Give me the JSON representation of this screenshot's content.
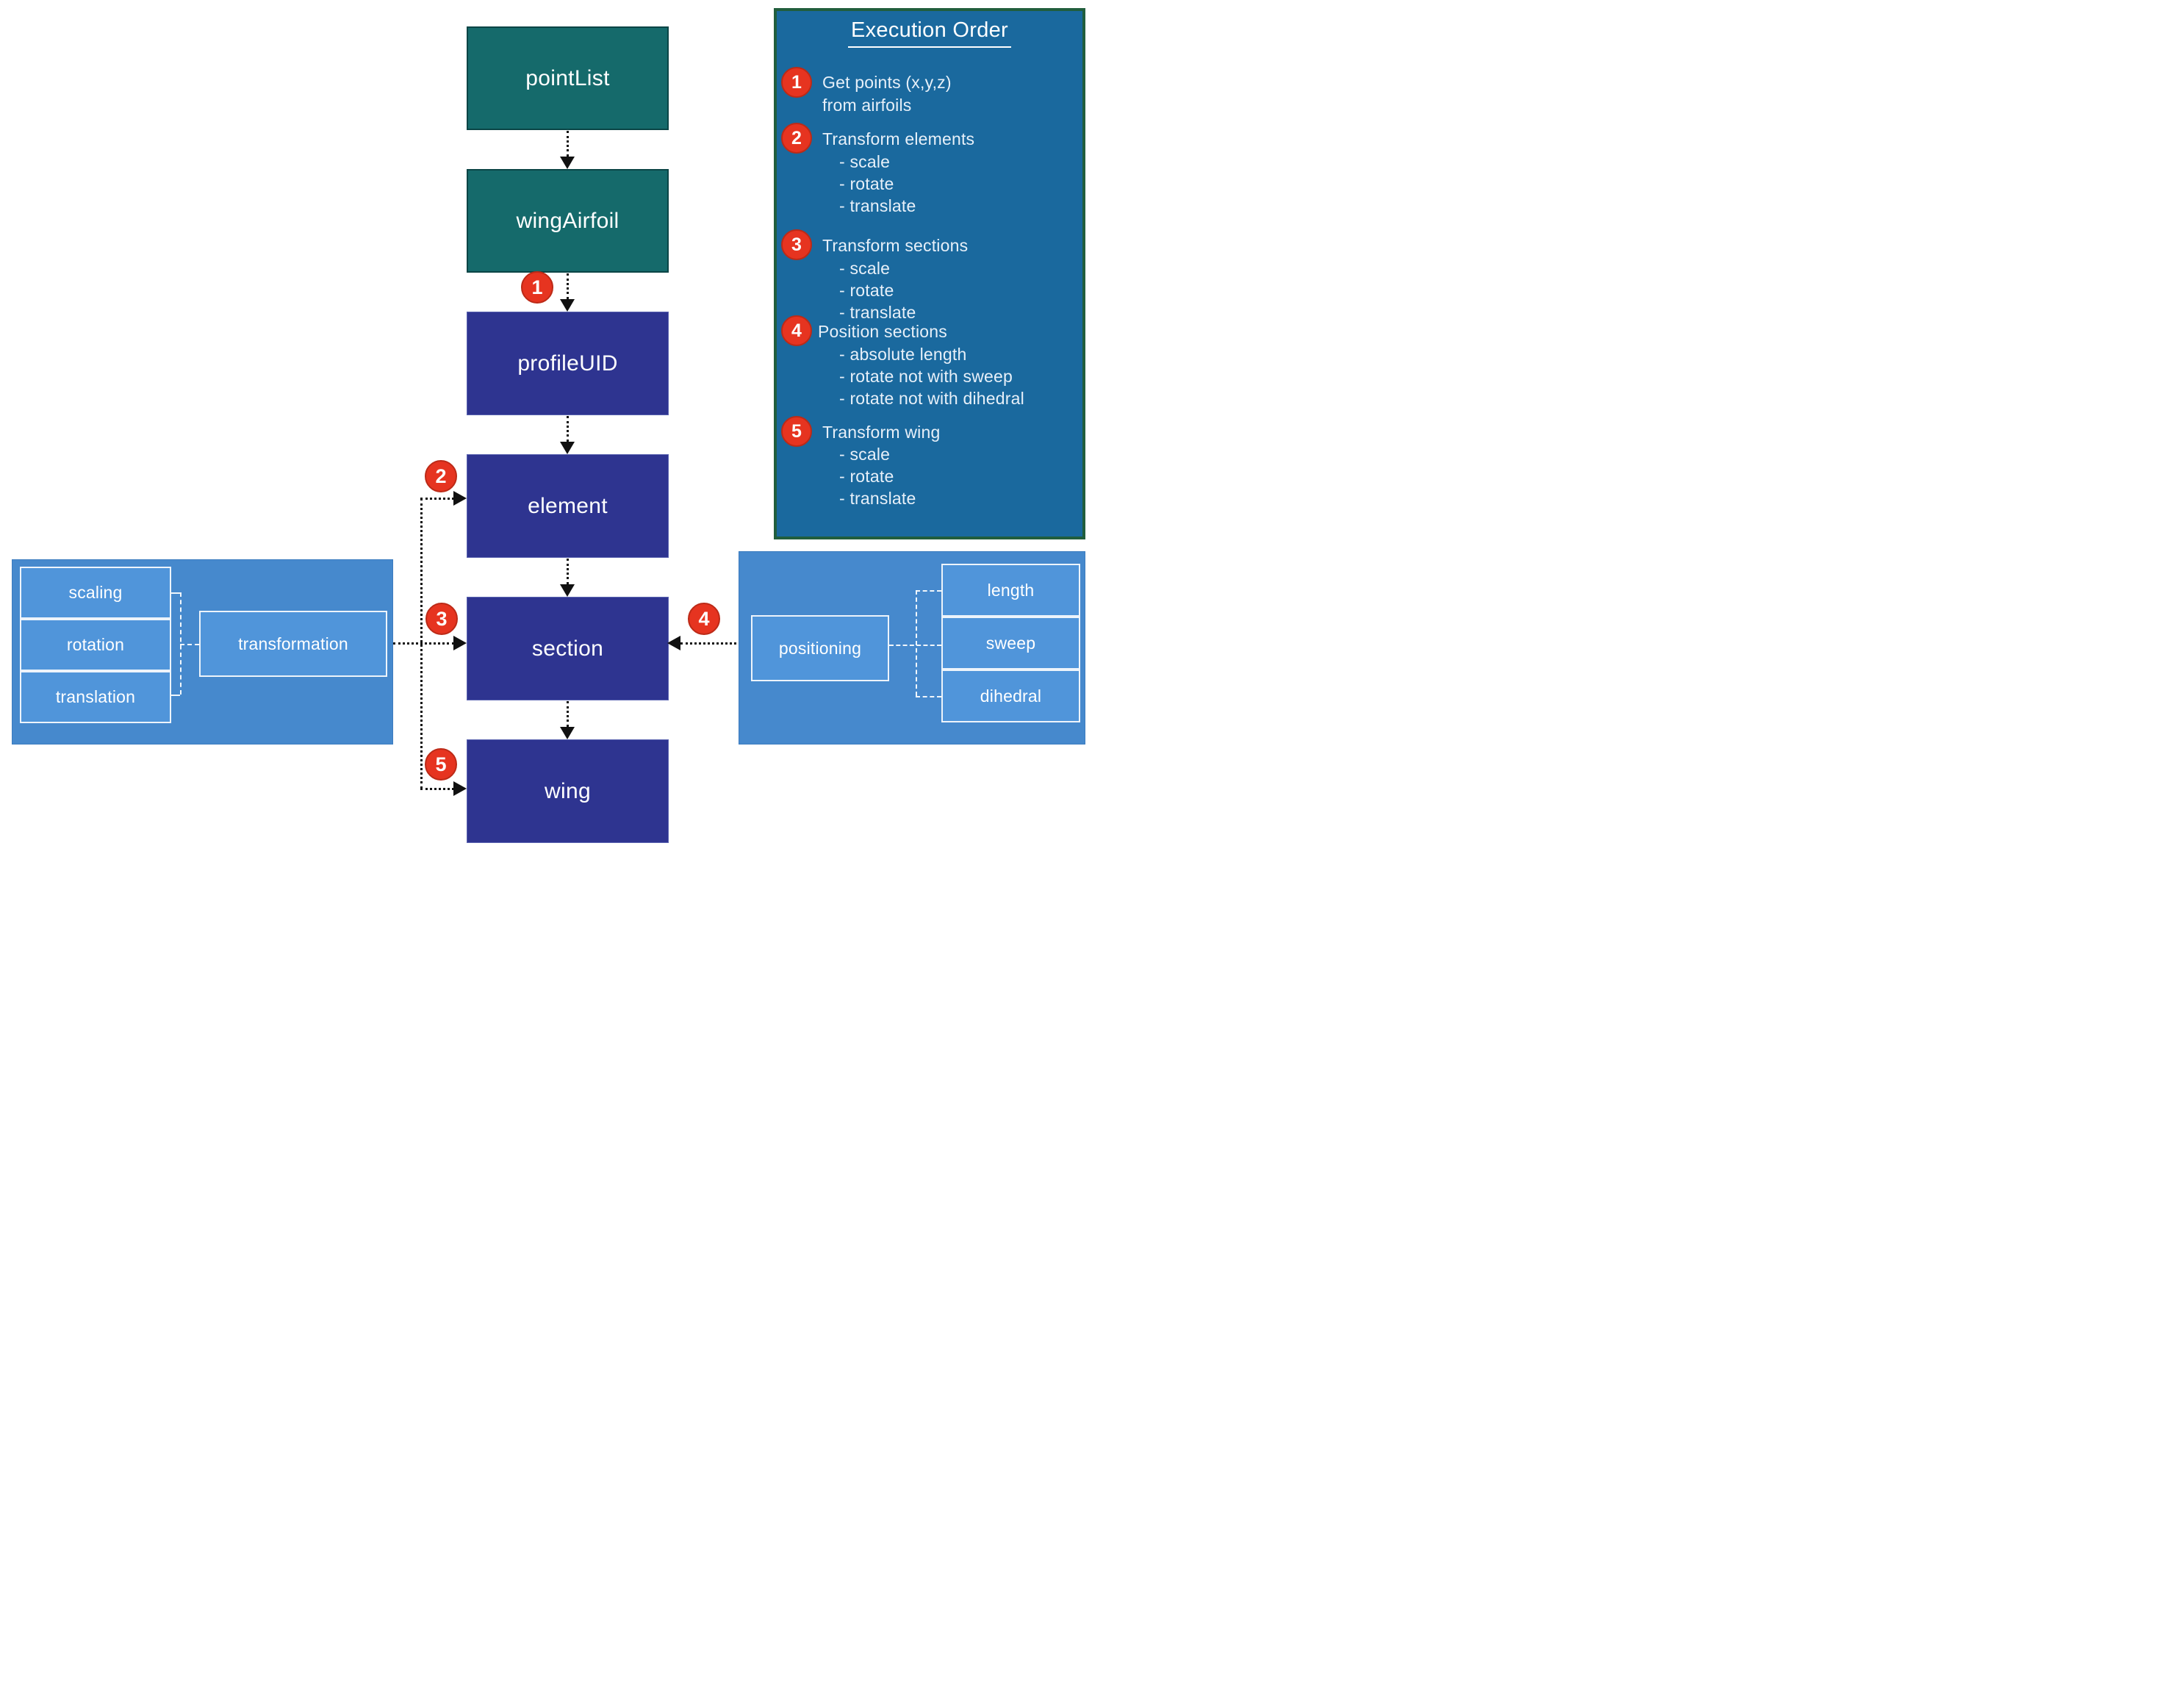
{
  "flow": {
    "boxes": [
      {
        "label": "pointList"
      },
      {
        "label": "wingAirfoil"
      },
      {
        "label": "profileUID"
      },
      {
        "label": "element"
      },
      {
        "label": "section"
      },
      {
        "label": "wing"
      }
    ]
  },
  "steps": [
    "1",
    "2",
    "3",
    "4",
    "5"
  ],
  "left_panel": {
    "items": [
      "scaling",
      "rotation",
      "translation"
    ],
    "target": "transformation"
  },
  "right_panel": {
    "target": "positioning",
    "items": [
      "length",
      "sweep",
      "dihedral"
    ]
  },
  "execution_order": {
    "title": "Execution Order",
    "items": [
      {
        "num": "1",
        "label": "Get points (x,y,z)",
        "label2": "from airfoils",
        "subs": []
      },
      {
        "num": "2",
        "label": "Transform elements",
        "subs": [
          "- scale",
          "- rotate",
          "- translate"
        ]
      },
      {
        "num": "3",
        "label": "Transform sections",
        "subs": [
          "- scale",
          "- rotate",
          "- translate"
        ]
      },
      {
        "num": "4",
        "label": "Position sections",
        "subs": [
          "- absolute length",
          "- rotate not with sweep",
          "- rotate not with dihedral"
        ]
      },
      {
        "num": "5",
        "label": "Transform wing",
        "subs": [
          "- scale",
          "- rotate",
          "- translate"
        ]
      }
    ]
  },
  "colors": {
    "teal_box": "#156a6b",
    "navy_box": "#2e3490",
    "panel_blue": "#4689cd",
    "panel_inner_blue": "#5095da",
    "exec_panel_blue": "#1a699e",
    "exec_border_green": "#215e3d",
    "badge_red": "#e63420",
    "arrow_black": "#111111",
    "text_white": "#ffffff"
  }
}
